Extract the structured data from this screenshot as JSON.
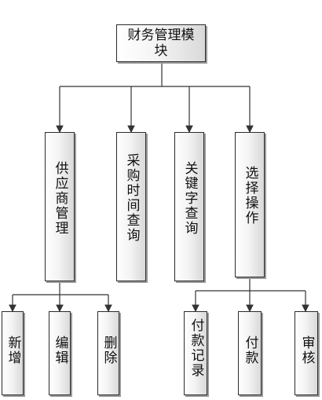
{
  "diagram": {
    "root": "财务管理模块",
    "level1": [
      "供应商管理",
      "采购时间查询",
      "关键字查询",
      "选择操作"
    ],
    "supplier_children": [
      "新增",
      "编辑",
      "删除"
    ],
    "operation_children": [
      "付款记录",
      "付款",
      "审核"
    ]
  }
}
